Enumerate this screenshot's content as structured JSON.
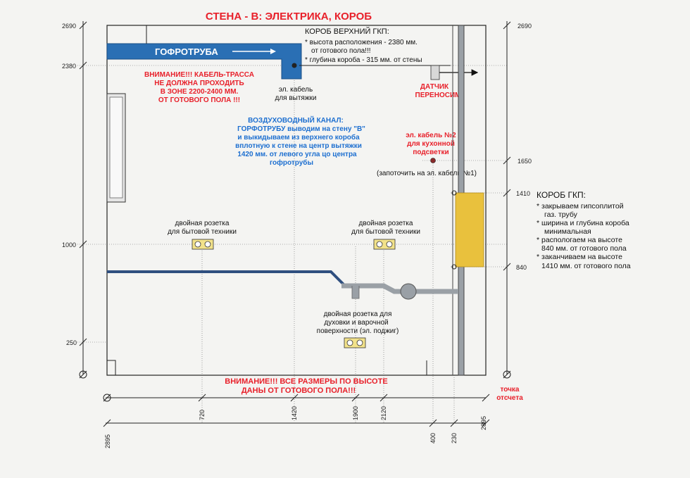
{
  "title": "СТЕНА - В:  ЭЛЕКТРИКА, КОРОБ",
  "colors": {
    "red": "#e8202a",
    "blue": "#1d6fd0",
    "duct": "#2a6fb4",
    "gas_pipe": "#2f4f7f",
    "box": "#e9c13d",
    "pipe_grey": "#9aa0a6"
  },
  "corrugated_pipe_label": "ГОФРОТРУБА",
  "upper_box": {
    "title": "КОРОБ ВЕРХНИЙ ГКП:",
    "lines": [
      "* высота расположения - 2380 мм.",
      "от готового пола!!!",
      "* глубина короба - 315 мм. от стены"
    ]
  },
  "warning_cable": [
    "ВНИМАНИЕ!!! КАБЕЛЬ-ТРАССА",
    "НЕ ДОЛЖНА ПРОХОДИТЬ",
    "В ЗОНЕ 2200-2400 ММ.",
    "ОТ ГОТОВОГО ПОЛА !!!"
  ],
  "cable_hood": [
    "эл. кабель",
    "для вытяжки"
  ],
  "sensor": [
    "ДАТЧИК",
    "ПЕРЕНОСИМ"
  ],
  "air_channel": [
    "ВОЗДУХОВОДНЫЙ КАНАЛ:",
    "ГОРФОТРУБУ выводим на стену \"В\"",
    "и выкидываем из верхнего короба",
    "вплотную к стене на центр вытяжки",
    "1420 мм. от левого угла цо центра",
    "гофротрубы"
  ],
  "cable2": [
    "эл. кабель №2",
    "для кухонной",
    "подсветки"
  ],
  "cable2_note": "(запоточить на эл. кабель №1)",
  "gkp_box": {
    "title": "КОРОБ ГКП:",
    "items": [
      [
        "* закрываем гипсоплитой",
        "газ. трубу"
      ],
      [
        "* ширина и глубина короба",
        "минимальная"
      ],
      [
        "* распологаем на высоте",
        "840 мм. от готового пола"
      ],
      [
        "* заканчиваем на высоте",
        "1410 мм. от готового пола"
      ]
    ]
  },
  "socket_left": [
    "двойная розетка",
    "для бытовой техники"
  ],
  "socket_right": [
    "двойная розетка",
    "для бытовой техники"
  ],
  "socket_oven": [
    "двойная розетка для",
    "духовки и варочной",
    "поверхности (эл. поджиг)"
  ],
  "warning_bottom": [
    "ВНИМАНИЕ!!! ВСЕ РАЗМЕРЫ ПО ВЫСОТЕ",
    "ДАНЫ ОТ ГОТОВОГО ПОЛА!!!"
  ],
  "reference_point": [
    "точка",
    "отсчета"
  ],
  "left_heights": [
    "2690",
    "2380",
    "1000",
    "250"
  ],
  "right_heights": [
    "2690",
    "1650",
    "1410",
    "840"
  ],
  "bottom_dims": [
    "720",
    "1420",
    "1900",
    "2120",
    "2895"
  ],
  "bottom_dims2": [
    "2895",
    "400",
    "230"
  ]
}
